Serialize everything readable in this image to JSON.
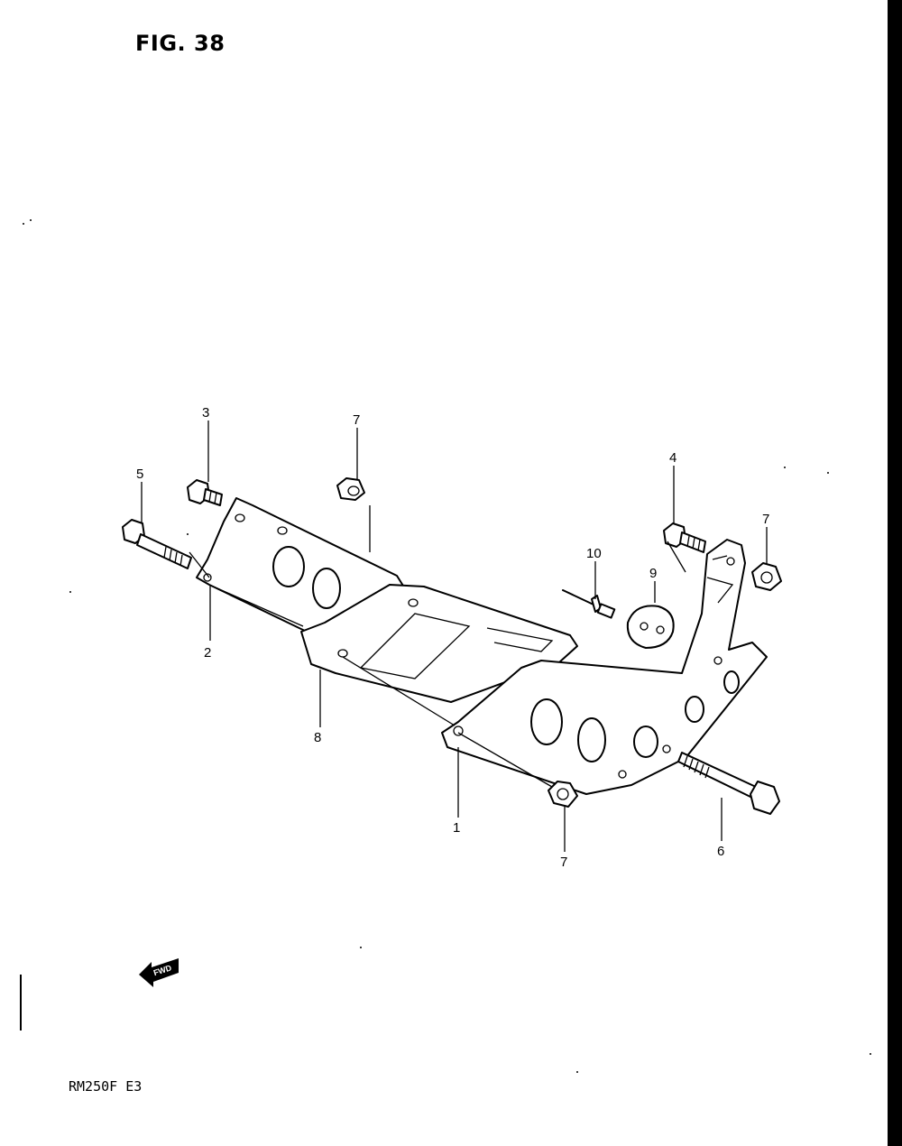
{
  "figure": {
    "title": "FIG. 38"
  },
  "footer": {
    "model_code": "RM250F  E3"
  },
  "fwd_indicator": {
    "label": "FWD"
  },
  "callouts": [
    {
      "id": "c3",
      "number": "3"
    },
    {
      "id": "c7a",
      "number": "7"
    },
    {
      "id": "c5",
      "number": "5"
    },
    {
      "id": "c2",
      "number": "2"
    },
    {
      "id": "c8",
      "number": "8"
    },
    {
      "id": "c1",
      "number": "1"
    },
    {
      "id": "c7b",
      "number": "7"
    },
    {
      "id": "c4",
      "number": "4"
    },
    {
      "id": "c10",
      "number": "10"
    },
    {
      "id": "c9",
      "number": "9"
    },
    {
      "id": "c7c",
      "number": "7"
    },
    {
      "id": "c6",
      "number": "6"
    }
  ]
}
